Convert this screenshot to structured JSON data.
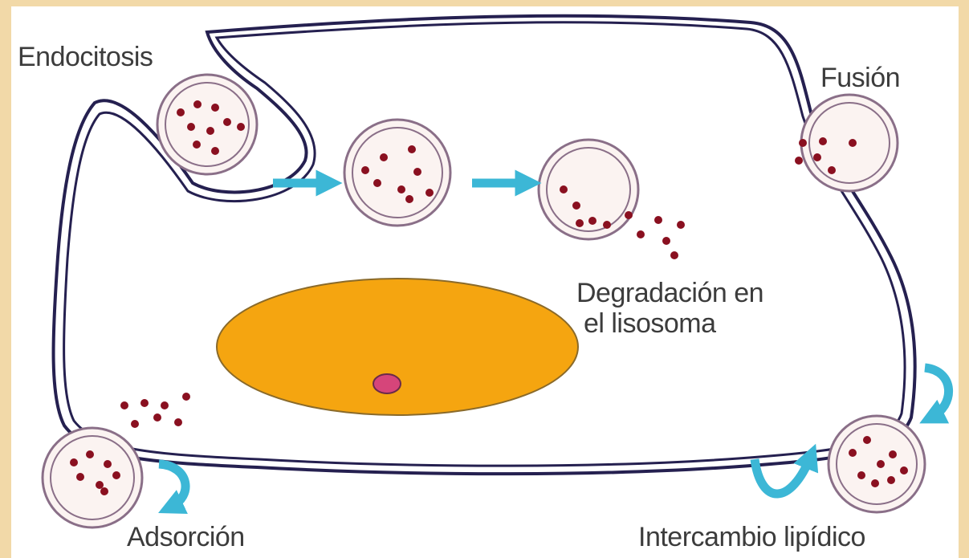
{
  "labels": {
    "endocitosis": "Endocitosis",
    "fusion": "Fusión",
    "degradacion": "Degradación en\n el lisosoma",
    "adsorcion": "Adsorción",
    "intercambio": "Intercambio lipídico"
  },
  "colors": {
    "frame": "#f2d9a8",
    "membrane": "#252050",
    "vesicle_line": "#8a6f88",
    "vesicle_fill": "#fbf3f1",
    "particle": "#8a1020",
    "arrow": "#3cb7d6",
    "nucleus": "#f5a510",
    "nucleolus": "#d6457a"
  },
  "icons": {
    "process_arrow": "right-arrow-icon",
    "curved_arrow": "curved-arrow-icon"
  }
}
